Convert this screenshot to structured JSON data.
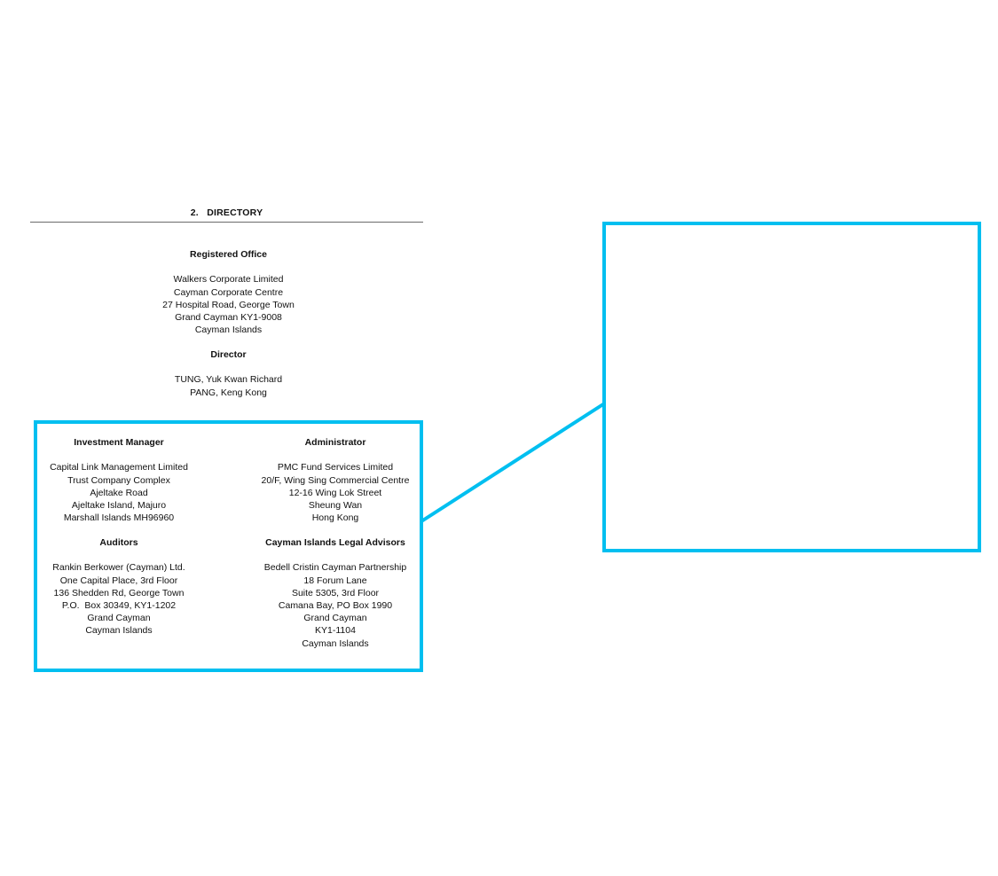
{
  "section": {
    "heading": "2.   DIRECTORY"
  },
  "registered_office": {
    "title": "Registered Office",
    "lines": [
      "Walkers Corporate Limited",
      "Cayman Corporate Centre",
      "27 Hospital Road, George Town",
      "Grand Cayman KY1-9008",
      "Cayman Islands"
    ]
  },
  "director": {
    "title": "Director",
    "lines": [
      "TUNG, Yuk Kwan Richard",
      "PANG, Keng Kong"
    ]
  },
  "investment_manager": {
    "title": "Investment Manager",
    "lines": [
      "Capital Link Management Limited",
      "Trust Company Complex",
      "Ajeltake Road",
      "Ajeltake Island, Majuro",
      "Marshall Islands MH96960"
    ]
  },
  "administrator": {
    "title": "Administrator",
    "lines": [
      "PMC Fund Services Limited",
      "20/F, Wing Sing Commercial Centre",
      "12-16 Wing Lok Street",
      "Sheung Wan",
      "Hong Kong"
    ]
  },
  "auditors": {
    "title": "Auditors",
    "lines": [
      "Rankin Berkower (Cayman) Ltd.",
      "One Capital Place, 3rd Floor",
      "136 Shedden Rd, George Town",
      "P.O.  Box 30349, KY1-1202",
      "Grand Cayman",
      "Cayman Islands"
    ]
  },
  "legal_advisors": {
    "title": "Cayman Islands Legal Advisors",
    "lines": [
      "Bedell Cristin Cayman Partnership",
      "18 Forum Lane",
      "Suite 5305, 3rd Floor",
      "Camana Bay, PO Box 1990",
      "Grand Cayman",
      "KY1-1104",
      "Cayman Islands"
    ]
  },
  "colors": {
    "highlight": "#00bff0",
    "rule": "#6a6a6a",
    "text": "#111111"
  }
}
